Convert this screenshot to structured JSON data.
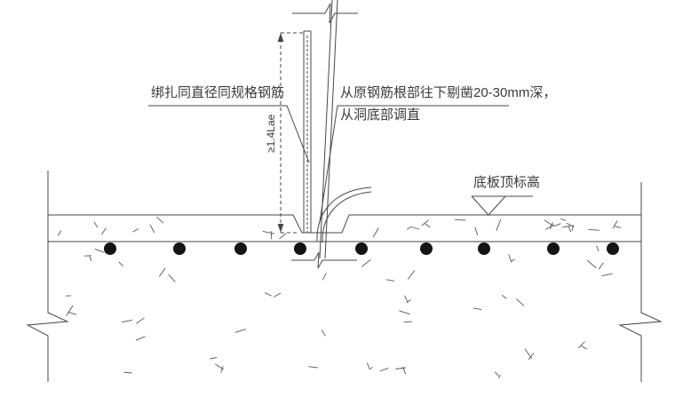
{
  "drawing": {
    "title_none": "",
    "left_label": "绑扎同直径同规格钢筋",
    "right_label_line1": "从原钢筋根部往下剔凿20-30mm深，",
    "right_label_line2": "从洞底部调直",
    "dimension_label": "≥1.4Lae",
    "elevation_label": "底板顶标高"
  },
  "colors": {
    "line": "#474747",
    "texture": "#565656",
    "rebar_dot": "#141414",
    "text": "#3a3a3a",
    "background": "#ffffff"
  }
}
